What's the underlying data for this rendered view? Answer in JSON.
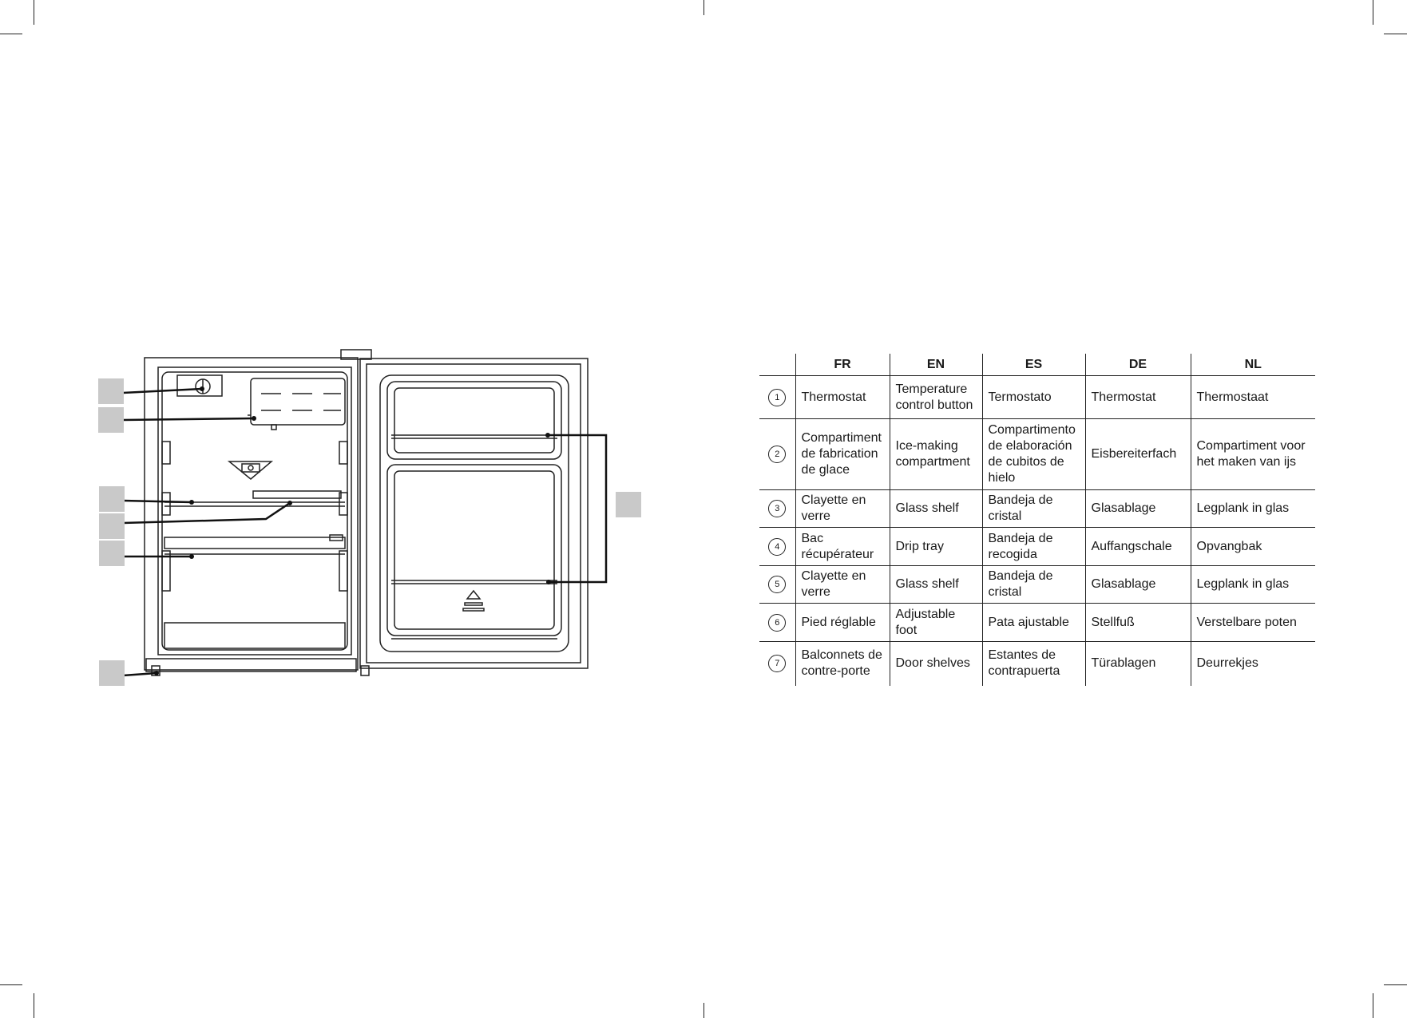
{
  "table": {
    "headers": [
      "FR",
      "EN",
      "ES",
      "DE",
      "NL"
    ],
    "rows": [
      {
        "num": "1",
        "fr": "Thermostat",
        "en": "Temperature control button",
        "es": "Termostato",
        "de": "Thermostat",
        "nl": "Thermostaat"
      },
      {
        "num": "2",
        "fr": "Compartiment de fabrication de glace",
        "en": "Ice-making compartment",
        "es": "Compartimento de elaboración de cubitos de hielo",
        "de": "Eisbereiterfach",
        "nl": "Compartiment voor het maken van ijs"
      },
      {
        "num": "3",
        "fr": "Clayette en verre",
        "en": "Glass shelf",
        "es": "Bandeja de cristal",
        "de": "Glasablage",
        "nl": "Legplank in glas"
      },
      {
        "num": "4",
        "fr": "Bac récupérateur",
        "en": "Drip tray",
        "es": "Bandeja de recogida",
        "de": "Auffangschale",
        "nl": "Opvangbak"
      },
      {
        "num": "5",
        "fr": "Clayette en verre",
        "en": "Glass shelf",
        "es": "Bandeja de cristal",
        "de": "Glasablage",
        "nl": "Legplank in glas"
      },
      {
        "num": "6",
        "fr": "Pied réglable",
        "en": "Adjustable foot",
        "es": "Pata ajustable",
        "de": "Stellfuß",
        "nl": "Verstelbare poten"
      },
      {
        "num": "7",
        "fr": "Balconnets de contre-porte",
        "en": "Door shelves",
        "es": "Estantes de contrapuerta",
        "de": "Türablagen",
        "nl": "Deurrekjes"
      }
    ]
  }
}
